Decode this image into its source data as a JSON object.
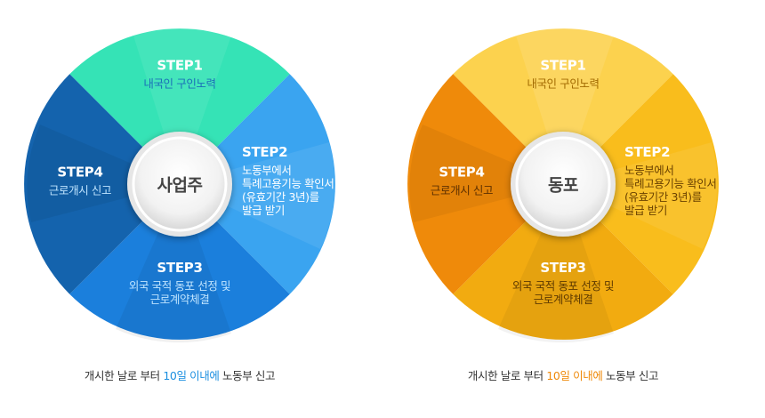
{
  "colors": {
    "blue_top": "#35e3b6",
    "blue_right": "#3aa4f0",
    "blue_bottom": "#1b7fdc",
    "blue_left": "#1463ad",
    "blue_text_top": "#1a6fb8",
    "blue_text_light": "#bfe4ff",
    "yellow_top": "#fcd24e",
    "yellow_right": "#f9bd1c",
    "yellow_bottom": "#f2ab10",
    "yellow_left": "#ef8a0a",
    "yellow_text": "#6b4200",
    "highlight_blue": "#1b8fe0",
    "highlight_orange": "#ef8a0a"
  },
  "diagrams": [
    {
      "center": "사업주",
      "steps": [
        {
          "title": "STEP1",
          "lines": [
            "내국인 구인노력"
          ]
        },
        {
          "title": "STEP2",
          "lines": [
            "노동부에서",
            "특례고용기능 확인서",
            "(유효기간 3년)를",
            "발급 받기"
          ]
        },
        {
          "title": "STEP3",
          "lines": [
            "외국 국적 동포 선정 및",
            "근로계약체결"
          ]
        },
        {
          "title": "STEP4",
          "lines": [
            "근로개시 신고"
          ]
        }
      ],
      "caption": {
        "pre": "개시한 날로 부터 ",
        "highlight": "10일 이내에",
        "post": " 노동부 신고"
      }
    },
    {
      "center": "동포",
      "steps": [
        {
          "title": "STEP1",
          "lines": [
            "내국인 구인노력"
          ]
        },
        {
          "title": "STEP2",
          "lines": [
            "노동부에서",
            "특례고용기능 확인서",
            "(유효기간 3년)를",
            "발급 받기"
          ]
        },
        {
          "title": "STEP3",
          "lines": [
            "외국 국적 동포 선정 및",
            "근로계약체결"
          ]
        },
        {
          "title": "STEP4",
          "lines": [
            "근로개시 신고"
          ]
        }
      ],
      "caption": {
        "pre": "개시한 날로 부터 ",
        "highlight": "10일 이내에",
        "post": " 노동부 신고"
      }
    }
  ]
}
